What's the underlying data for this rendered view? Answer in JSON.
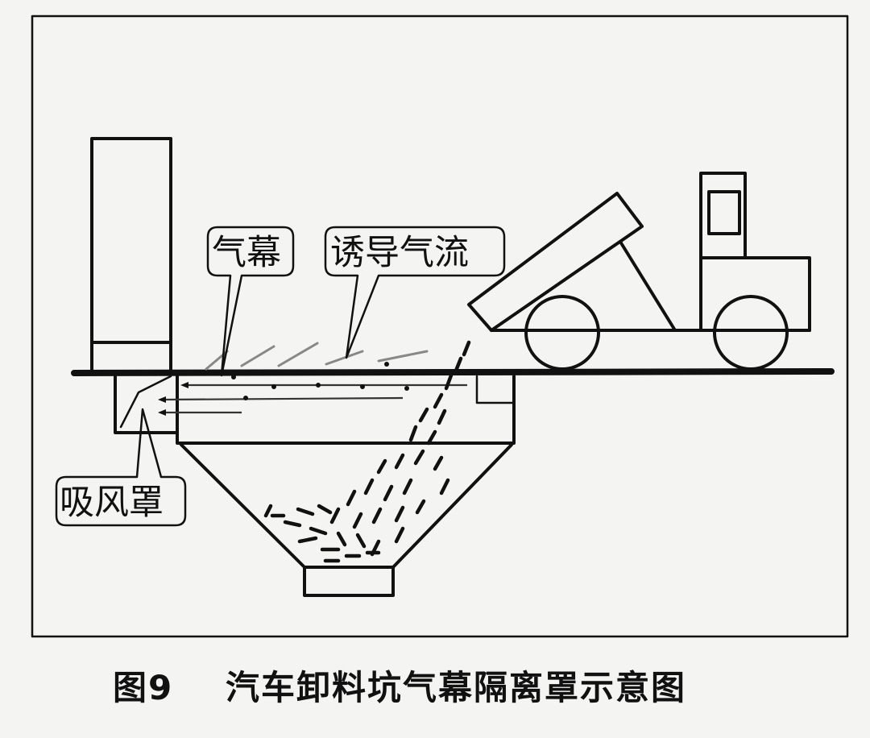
{
  "labels": {
    "air_curtain": "气幕",
    "induced_flow": "诱导气流",
    "suction_hood": "吸风罩"
  },
  "caption": {
    "number": "图9",
    "title": "汽车卸料坑气幕隔离罩示意图"
  },
  "colors": {
    "ink": "#111111",
    "paper": "#f4f4f2",
    "flow": "#888888"
  }
}
